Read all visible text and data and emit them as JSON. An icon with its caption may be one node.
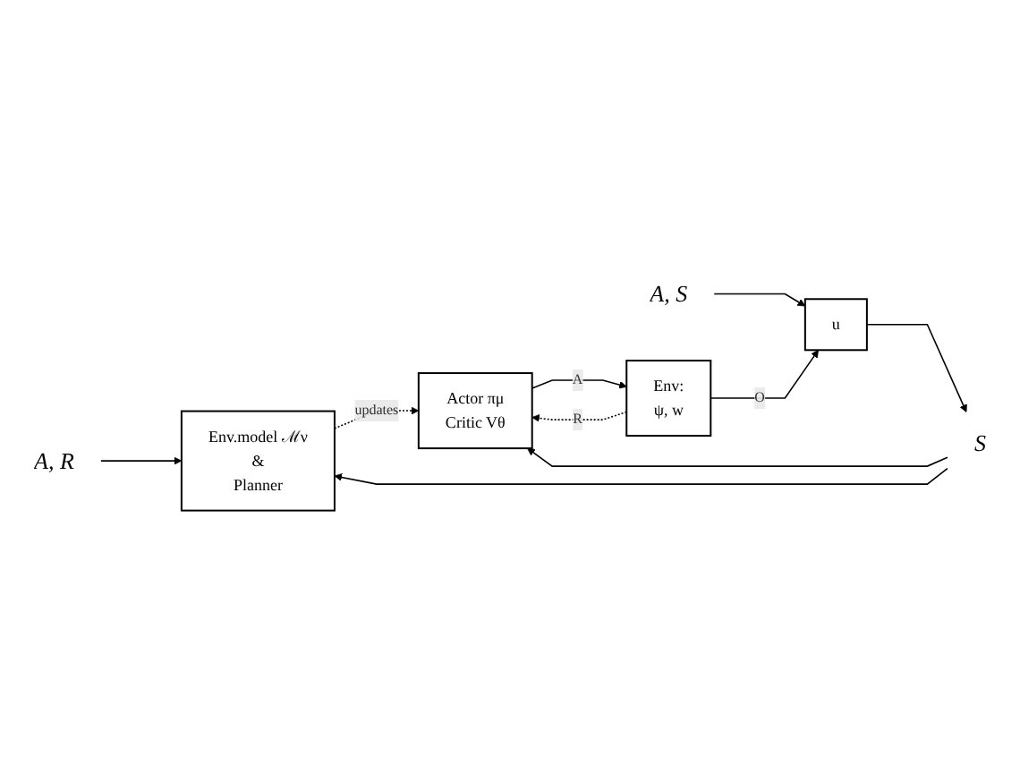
{
  "diagram": {
    "nodes": [
      {
        "text": [
          "A, R"
        ]
      },
      {
        "text": [
          "Env.model ℳν",
          "&",
          "Planner"
        ]
      },
      {
        "text": [
          "A, S"
        ]
      },
      {
        "text": [
          "u"
        ]
      },
      {
        "text": [
          "S"
        ]
      },
      {
        "text": [
          "Actor πμ",
          "Critic Vθ"
        ]
      },
      {
        "text": [
          "Env:",
          "ψ, w"
        ]
      }
    ],
    "edges": [
      {
        "from": 0,
        "to": 1,
        "arrow": "to"
      },
      {
        "from": 4,
        "to": 1,
        "arrow": "to"
      },
      {
        "from": 1,
        "to": 5,
        "arrow": "to",
        "label": "updates",
        "style": "dashed"
      },
      {
        "from": 2,
        "to": 3,
        "arrow": "to"
      },
      {
        "from": 3,
        "to": 4,
        "arrow": "to"
      },
      {
        "from": 4,
        "to": 5,
        "arrow": "to"
      },
      {
        "from": 5,
        "to": 6,
        "arrow": "to",
        "label": "A"
      },
      {
        "from": 6,
        "to": 5,
        "arrow": "to",
        "label": "R",
        "style": "dashed"
      },
      {
        "from": 6,
        "to": 3,
        "arrow": "to",
        "label": "O"
      }
    ]
  }
}
